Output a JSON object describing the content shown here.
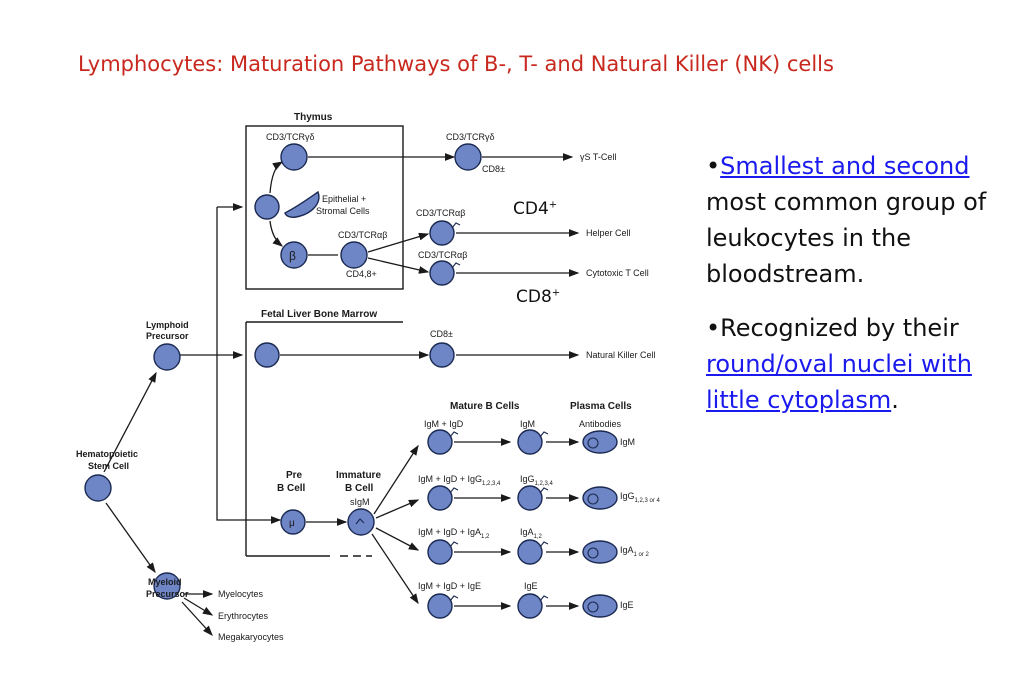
{
  "title": "Lymphocytes: Maturation Pathways of B-, T- and Natural Killer (NK) cells",
  "colors": {
    "title": "#c8281e",
    "cell_fill": "#6f86c6",
    "cell_stroke": "#1b2a52",
    "link": "#1a1aee",
    "line": "#1a1a1a"
  },
  "diagram": {
    "hematopoietic": "Hematopoietic Stem Cell",
    "hematopoietic_l1": "Hematopoietic",
    "hematopoietic_l2": "Stem Cell",
    "lymphoid_l1": "Lymphoid",
    "lymphoid_l2": "Precursor",
    "myeloid_l1": "Myeloid",
    "myeloid_l2": "Precursor",
    "myelocytes": "Myelocytes",
    "erythrocytes": "Erythrocytes",
    "megakaryocytes": "Megakaryocytes",
    "thymus": "Thymus",
    "cd3_tcr_gd": "CD3/TCRγδ",
    "cd3_tcr_gd_2": "CD3/TCRγδ",
    "cd8_pm": "CD8±",
    "gd_tcell": "γS T-Cell",
    "epithelial_l1": "Epithelial +",
    "epithelial_l2": "Stromal Cells",
    "beta": "β",
    "cd3_tcr_ab": "CD3/TCRαβ",
    "cd48": "CD4,8+",
    "cd3_tcr_ab_helper": "CD3/TCRαβ",
    "cd3_tcr_ab_cyto": "CD3/TCRαβ",
    "helper": "Helper Cell",
    "cytotoxic": "Cytotoxic T Cell",
    "cd4_label": "CD4",
    "cd4_sup": "+",
    "cd8_label": "CD8",
    "cd8_sup": "+",
    "fetal": "Fetal Liver Bone Marrow",
    "cd8_pm_nk": "CD8±",
    "nk": "Natural Killer Cell",
    "pre_b_l1": "Pre",
    "pre_b_l2": "B Cell",
    "mu": "μ",
    "imm_b_l1": "Immature",
    "imm_b_l2": "B Cell",
    "sigm": "sIgM",
    "mature_b": "Mature B Cells",
    "plasma": "Plasma Cells",
    "antibodies": "Antibodies",
    "r1_left": "IgM + IgD",
    "r1_mid": "IgM",
    "r1_right": "IgM",
    "r2_left": "IgM + IgD + IgG",
    "r2_left_sub": "1,2,3,4",
    "r2_mid": "IgG",
    "r2_mid_sub": "1,2,3,4",
    "r2_right": "IgG",
    "r2_right_sub": "1,2,3 or 4",
    "r3_left": "IgM + IgD + IgA",
    "r3_left_sub": "1,2",
    "r3_mid": "IgA",
    "r3_mid_sub": "1,2",
    "r3_right": "IgA",
    "r3_right_sub": "1 or 2",
    "r4_left": "IgM + IgD + IgE",
    "r4_mid": "IgE",
    "r4_right": "IgE"
  },
  "bullets": {
    "b1_dot": "•",
    "b1_link": "Smallest and second",
    "b1_rest": " most common group of leukocytes in the bloodstream.",
    "b2_dot": "•",
    "b2_text": "Recognized by their ",
    "b2_link": "round/oval nuclei with little cytoplasm",
    "b2_end": "."
  }
}
